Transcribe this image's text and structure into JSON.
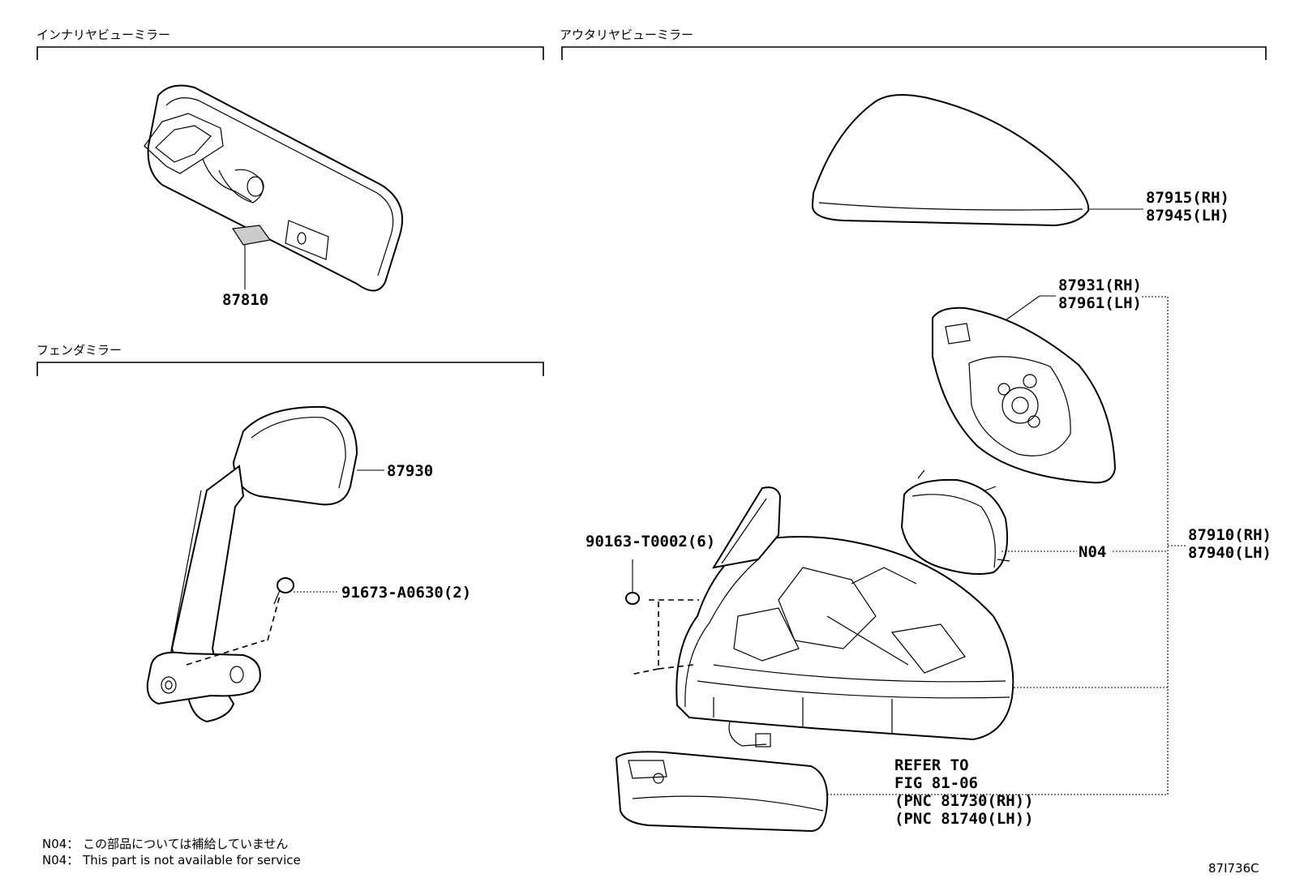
{
  "sections": {
    "inner": "インナリヤビューミラー",
    "outer": "アウタリヤビューミラー",
    "fender": "フェンダミラー"
  },
  "parts": {
    "p87810": "87810",
    "p87930": "87930",
    "p91673": "91673-A0630(2)",
    "p87915": "87915(RH)",
    "p87945": "87945(LH)",
    "p87931": "87931(RH)",
    "p87961": "87961(LH)",
    "p87910": "87910(RH)",
    "p87940": "87940(LH)",
    "n04": "N04",
    "p90163": "90163-T0002(6)",
    "refer1": "REFER TO",
    "refer2": "FIG 81-06",
    "refer3": "(PNC 81730(RH))",
    "refer4": "(PNC 81740(LH))"
  },
  "notes": {
    "jp": "N04： この部品については補給していません",
    "en": "N04： This part is not available for service"
  },
  "figure_code": "87I736C"
}
